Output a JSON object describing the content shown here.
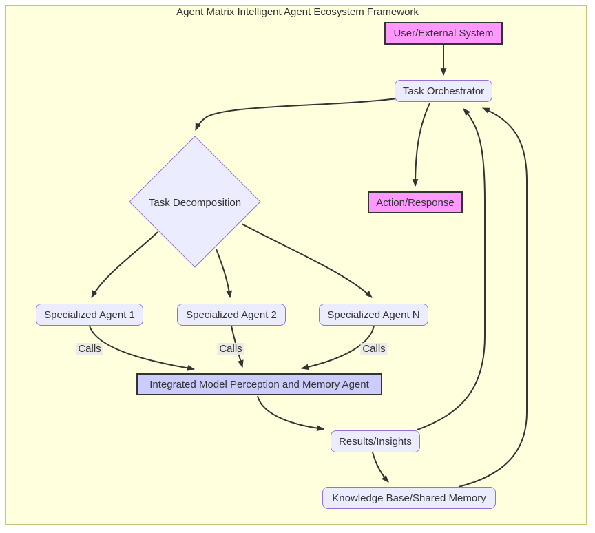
{
  "diagram": {
    "title": "Agent Matrix Intelligent Agent Ecosystem Framework",
    "nodes": {
      "user_external": {
        "label": "User/External System"
      },
      "task_orchestrator": {
        "label": "Task Orchestrator"
      },
      "task_decomposition": {
        "label": "Task Decomposition"
      },
      "action_response": {
        "label": "Action/Response"
      },
      "agent1": {
        "label": "Specialized Agent 1"
      },
      "agent2": {
        "label": "Specialized Agent 2"
      },
      "agentN": {
        "label": "Specialized Agent N"
      },
      "integrated_model": {
        "label": "Integrated Model Perception and Memory Agent"
      },
      "results": {
        "label": "Results/Insights"
      },
      "knowledge_base": {
        "label": "Knowledge Base/Shared Memory"
      }
    },
    "edge_labels": {
      "calls": "Calls"
    },
    "edges": [
      {
        "from": "User/External System",
        "to": "Task Orchestrator"
      },
      {
        "from": "Task Orchestrator",
        "to": "Task Decomposition"
      },
      {
        "from": "Task Orchestrator",
        "to": "Action/Response"
      },
      {
        "from": "Task Decomposition",
        "to": "Specialized Agent 1"
      },
      {
        "from": "Task Decomposition",
        "to": "Specialized Agent 2"
      },
      {
        "from": "Task Decomposition",
        "to": "Specialized Agent N"
      },
      {
        "from": "Specialized Agent 1",
        "to": "Integrated Model Perception and Memory Agent",
        "label": "Calls"
      },
      {
        "from": "Specialized Agent 2",
        "to": "Integrated Model Perception and Memory Agent",
        "label": "Calls"
      },
      {
        "from": "Specialized Agent N",
        "to": "Integrated Model Perception and Memory Agent",
        "label": "Calls"
      },
      {
        "from": "Integrated Model Perception and Memory Agent",
        "to": "Results/Insights"
      },
      {
        "from": "Results/Insights",
        "to": "Task Orchestrator"
      },
      {
        "from": "Results/Insights",
        "to": "Knowledge Base/Shared Memory"
      },
      {
        "from": "Knowledge Base/Shared Memory",
        "to": "Task Orchestrator"
      }
    ],
    "colors": {
      "background": "#ffffde",
      "frame_border": "#c8c27b",
      "node_fill": "#ececff",
      "node_border": "#9370db",
      "highlight_fill": "#ff99ff",
      "highlight_border": "#333333",
      "integrated_fill": "#ccccff",
      "edge": "#333333",
      "edge_label_bg": "#e8e8e8",
      "text": "#333333"
    }
  }
}
